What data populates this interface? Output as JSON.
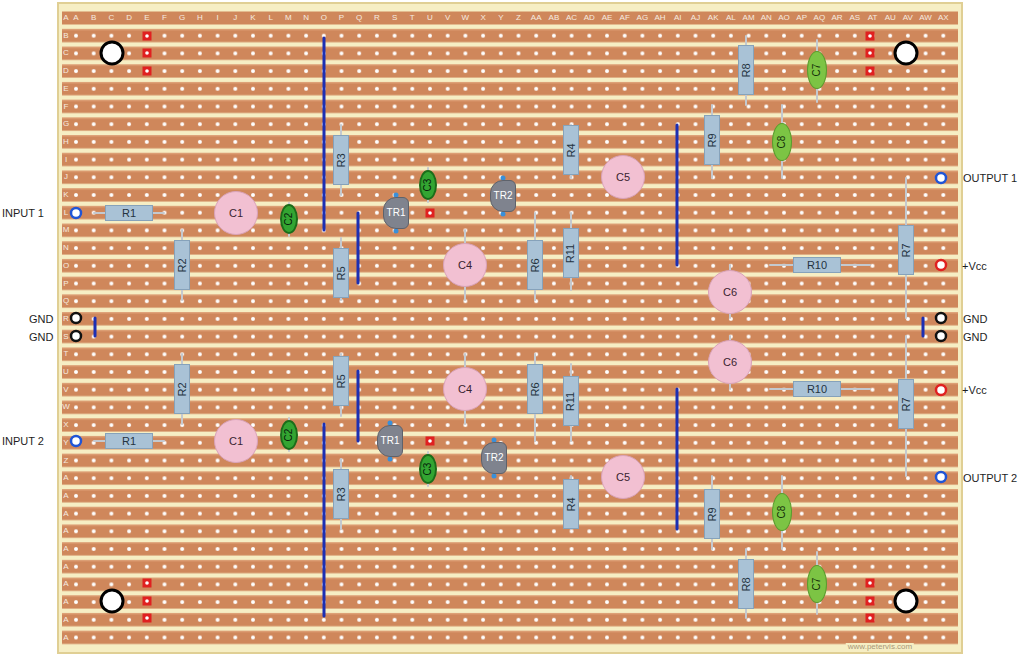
{
  "diagram": {
    "nodes": [
      {
        "text": [
          "R1"
        ]
      },
      {
        "text": [
          "C1"
        ]
      },
      {
        "text": [
          "C2"
        ]
      },
      {
        "text": [
          "R2"
        ]
      },
      {
        "text": [
          "R3"
        ]
      },
      {
        "text": [
          "TR1"
        ]
      },
      {
        "text": [
          "C3"
        ]
      },
      {
        "text": [
          "TR2"
        ]
      },
      {
        "text": [
          "R4"
        ]
      },
      {
        "text": [
          "C5"
        ]
      },
      {
        "text": [
          "R5"
        ]
      },
      {
        "text": [
          "C4"
        ]
      },
      {
        "text": [
          "R6"
        ]
      },
      {
        "text": [
          "R11"
        ]
      },
      {
        "text": [
          "R8"
        ]
      },
      {
        "text": [
          "C7"
        ]
      },
      {
        "text": [
          "R9"
        ]
      },
      {
        "text": [
          "C8"
        ]
      },
      {
        "text": [
          "C6"
        ]
      },
      {
        "text": [
          "R10"
        ]
      },
      {
        "text": [
          "R7"
        ]
      },
      {
        "text": [
          "R1"
        ]
      },
      {
        "text": [
          "C1"
        ]
      },
      {
        "text": [
          "C2"
        ]
      },
      {
        "text": [
          "R2"
        ]
      },
      {
        "text": [
          "R3"
        ]
      },
      {
        "text": [
          "TR1"
        ]
      },
      {
        "text": [
          "C3"
        ]
      },
      {
        "text": [
          "TR2"
        ]
      },
      {
        "text": [
          "R4"
        ]
      },
      {
        "text": [
          "C5"
        ]
      },
      {
        "text": [
          "R5"
        ]
      },
      {
        "text": [
          "C4"
        ]
      },
      {
        "text": [
          "R6"
        ]
      },
      {
        "text": [
          "R11"
        ]
      },
      {
        "text": [
          "R8"
        ]
      },
      {
        "text": [
          "C7"
        ]
      },
      {
        "text": [
          "R9"
        ]
      },
      {
        "text": [
          "C8"
        ]
      },
      {
        "text": [
          "C6"
        ]
      },
      {
        "text": [
          "R10"
        ]
      },
      {
        "text": [
          "R7"
        ]
      }
    ],
    "labels": [
      "A",
      "B",
      "C",
      "D",
      "E",
      "F",
      "G",
      "H",
      "I",
      "J",
      "K",
      "L",
      "M",
      "N",
      "O",
      "P",
      "Q",
      "R",
      "S",
      "T",
      "U",
      "V",
      "W",
      "X",
      "Y",
      "Z",
      "AA",
      "AB",
      "AC",
      "AD",
      "AE",
      "AF",
      "AG",
      "AH",
      "AI",
      "AJ",
      "AK",
      "AL",
      "AM",
      "AN",
      "AO",
      "AP",
      "AQ",
      "AR",
      "AS",
      "AT",
      "AU",
      "AV",
      "AW",
      "AX",
      "A",
      "B",
      "C",
      "D",
      "E",
      "F",
      "G",
      "H",
      "I",
      "J",
      "K",
      "L",
      "M",
      "N",
      "O",
      "P",
      "Q",
      "R",
      "S",
      "T",
      "U",
      "V",
      "W",
      "X",
      "Y",
      "Z",
      "A",
      "A",
      "A",
      "A",
      "A",
      "A",
      "A",
      "A",
      "A",
      "A",
      "INPUT 1",
      "GND",
      "GND",
      "INPUT 2",
      "OUTPUT 1",
      "+Vcc",
      "GND",
      "GND",
      "+Vcc",
      "OUTPUT 2",
      "www.petervis.com"
    ]
  }
}
